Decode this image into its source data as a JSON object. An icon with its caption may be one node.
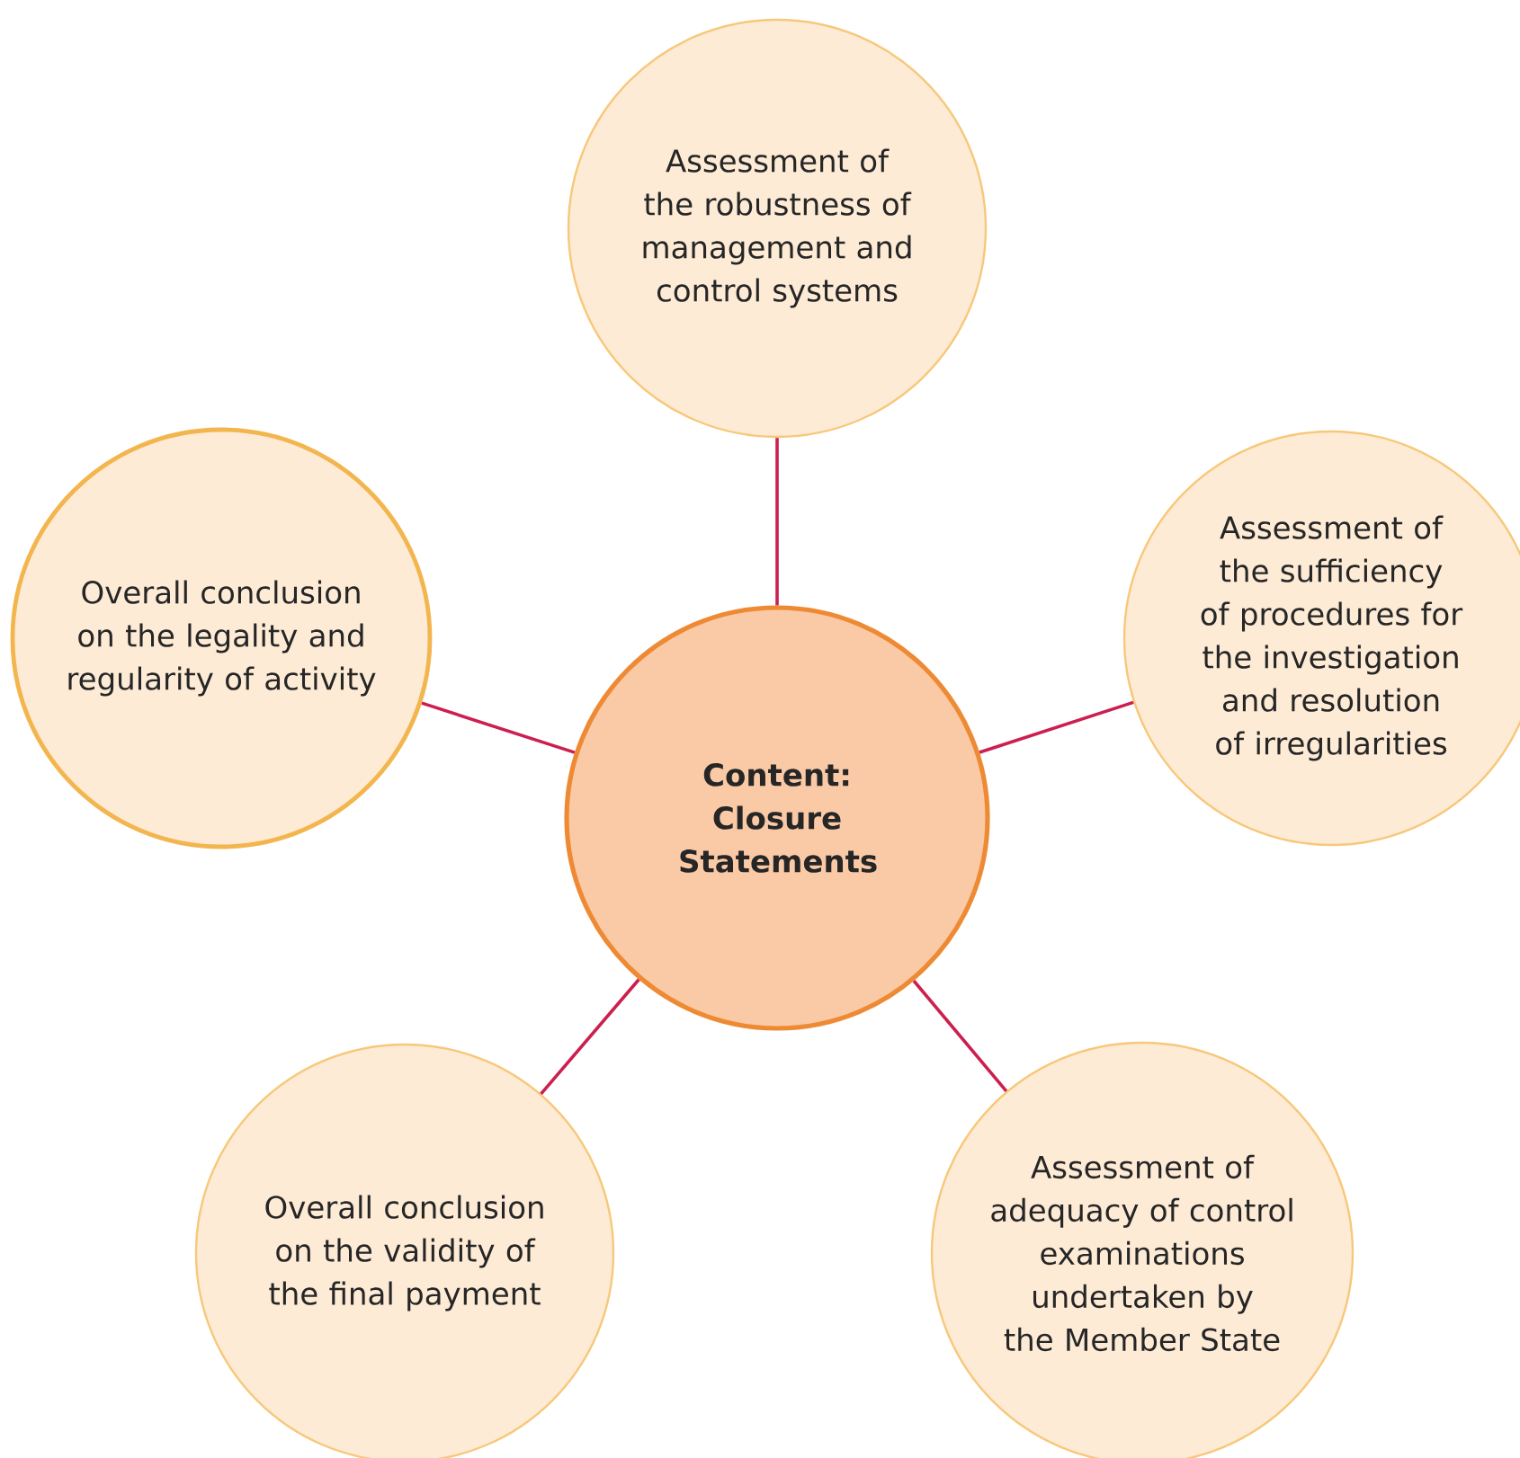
{
  "diagram": {
    "nodes": [
      {
        "text": [
          "Assessment of the robustness of management and control systems"
        ]
      },
      {
        "text": [
          "Overall conclusion on the legality and regularity of activity"
        ]
      },
      {
        "text": [
          "Assessment of the sufficiency of procedures for the investigation and resolution of irregularities"
        ]
      },
      {
        "text": [
          "Content: Closure Statements"
        ]
      },
      {
        "text": [
          "Overall conclusion on the validity of the final payment"
        ]
      },
      {
        "text": [
          "Assessment of adequacy of control examinations undertaken by the Member State"
        ]
      }
    ],
    "edges": [
      {
        "from": 3,
        "to": 0,
        "arrow": "none"
      },
      {
        "from": 3,
        "to": 1,
        "arrow": "none"
      },
      {
        "from": 3,
        "to": 2,
        "arrow": "none"
      },
      {
        "from": 3,
        "to": 5,
        "arrow": "none"
      },
      {
        "from": 3,
        "to": 4,
        "arrow": "none"
      }
    ]
  }
}
